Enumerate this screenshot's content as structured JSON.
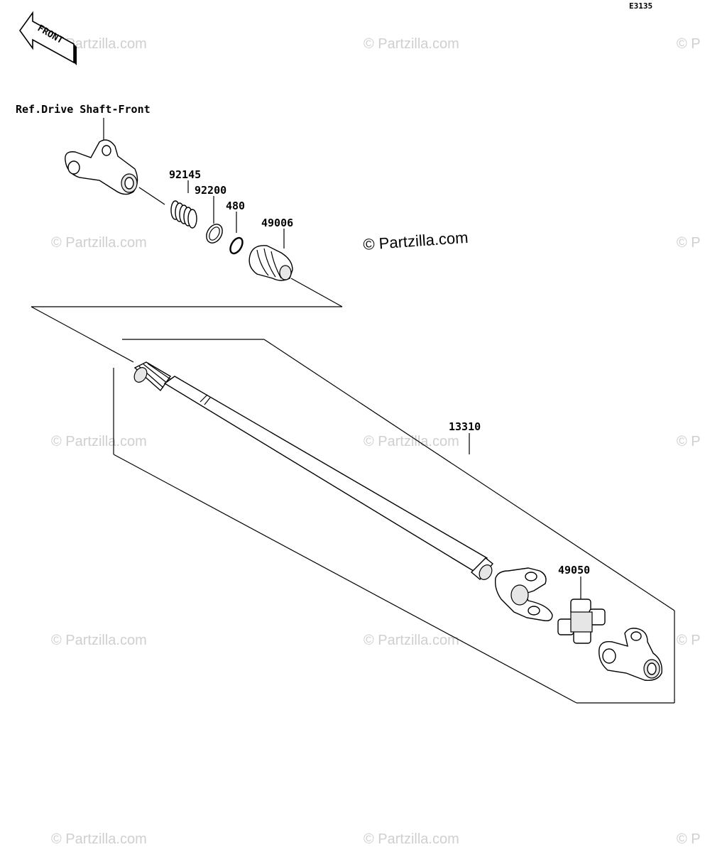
{
  "diagram_code": "E3135",
  "front_label": "FRONT",
  "ref_label": "Ref.Drive Shaft-Front",
  "watermark_main": "© Partzilla.com",
  "watermark_text": "© Partzilla.com",
  "watermark_edge": "© P",
  "parts": [
    {
      "number": "92145"
    },
    {
      "number": "92200"
    },
    {
      "number": "480"
    },
    {
      "number": "49006"
    },
    {
      "number": "13310"
    },
    {
      "number": "49050"
    }
  ]
}
